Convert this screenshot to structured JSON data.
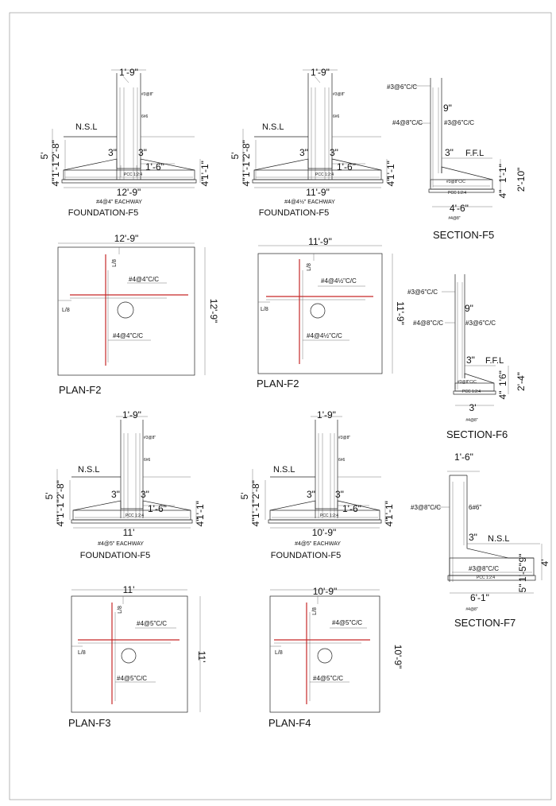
{
  "foundations": [
    {
      "id": "fd1",
      "col_width": "1'-9\"",
      "nsl": "N.S.L",
      "h_total": "5'",
      "h_a": "2'-8\"",
      "h_b": "1'-1\"",
      "h_c": "4\"",
      "off_l": "3\"",
      "off_r": "3\"",
      "proj": "1'-6\"",
      "base": "12'-9\"",
      "r_a": "1'-1\"",
      "r_b": "4\"",
      "bar_note": "#4@4\" EACHWAY",
      "title": "FOUNDATION-F5",
      "note_top": "#3@8\"",
      "note_mid": "6#6",
      "note_bot": "PCC 1:2:4"
    },
    {
      "id": "fd2",
      "col_width": "1'-9\"",
      "nsl": "N.S.L",
      "h_total": "5'",
      "h_a": "2'-8\"",
      "h_b": "1'-1\"",
      "h_c": "4\"",
      "off_l": "3\"",
      "off_r": "3\"",
      "proj": "1'-6\"",
      "base": "11'-9\"",
      "r_a": "1'-1\"",
      "r_b": "4\"",
      "bar_note": "#4@4½\" EACHWAY",
      "title": "FOUNDATION-F5",
      "note_top": "#3@8\"",
      "note_mid": "6#6",
      "note_bot": "PCC 1:2:4"
    },
    {
      "id": "fd3",
      "col_width": "1'-9\"",
      "nsl": "N.S.L",
      "h_total": "5'",
      "h_a": "2'-8\"",
      "h_b": "1'-1\"",
      "h_c": "4\"",
      "off_l": "3\"",
      "off_r": "3\"",
      "proj": "1'-6\"",
      "base": "11'",
      "r_a": "1'-1\"",
      "r_b": "4\"",
      "bar_note": "#4@5\" EACHWAY",
      "title": "FOUNDATION-F5",
      "note_top": "#3@8\"",
      "note_mid": "6#6",
      "note_bot": "PCC 1:2:4"
    },
    {
      "id": "fd4",
      "col_width": "1'-9\"",
      "nsl": "N.S.L",
      "h_total": "5'",
      "h_a": "2'-8\"",
      "h_b": "1'-1\"",
      "h_c": "4\"",
      "off_l": "3\"",
      "off_r": "3\"",
      "proj": "1'-6\"",
      "base": "10'-9\"",
      "r_a": "1'-1\"",
      "r_b": "4\"",
      "bar_note": "#4@5\" EACHWAY",
      "title": "FOUNDATION-F5",
      "note_top": "#3@8\"",
      "note_mid": "6#6",
      "note_bot": "PCC 1:2:4"
    }
  ],
  "plans": [
    {
      "id": "pl1",
      "top_dim": "12'-9\"",
      "side_dim": "12'-9\"",
      "bar_h": "#4@4\"C/C",
      "bar_v": "#4@4\"C/C",
      "l8_v": "L/8",
      "l8_h": "L/8",
      "title": "PLAN-F2"
    },
    {
      "id": "pl2",
      "top_dim": "11'-9\"",
      "side_dim": "11'-9\"",
      "bar_h": "#4@4½\"C/C",
      "bar_v": "#4@4½\"C/C",
      "l8_v": "L/8",
      "l8_h": "L/8",
      "title": "PLAN-F2"
    },
    {
      "id": "pl3",
      "top_dim": "11'",
      "side_dim": "11'",
      "bar_h": "#4@5\"C/C",
      "bar_v": "#4@5\"C/C",
      "l8_v": "L/8",
      "l8_h": "L/8",
      "title": "PLAN-F3"
    },
    {
      "id": "pl4",
      "top_dim": "10'-9\"",
      "side_dim": "10'-9\"",
      "bar_h": "#4@5\"C/C",
      "bar_v": "#4@5\"C/C",
      "l8_v": "L/8",
      "l8_h": "L/8",
      "title": "PLAN-F4"
    }
  ],
  "sec_f5": {
    "bar1": "#3@6\"C/C",
    "wall": "9\"",
    "bar2": "#4@8\"C/C",
    "bar3": "#3@6\"C/C",
    "step": "3\"",
    "ffl": "F.F.L",
    "r_a": "1'-1\"",
    "r_b": "4\"",
    "total": "2'-10\"",
    "slab_note": "#3@8\"C/C",
    "pcc": "PCC 1:2:4",
    "base": "4'-6\"",
    "bot_note": "#4@8\"",
    "title": "SECTION-F5"
  },
  "sec_f6": {
    "bar1": "#3@6\"C/C",
    "wall": "9\"",
    "bar2": "#4@8\"C/C",
    "bar3": "#3@6\"C/C",
    "step": "3\"",
    "ffl": "F.F.L",
    "r_a": "1'6\"",
    "r_b": "4\"",
    "total": "2'-4\"",
    "slab_note": "#3@8\"C/C",
    "pcc": "PCC 1:2:4",
    "base": "3'",
    "bot_note": "#4@8\"",
    "title": "SECTION-F6"
  },
  "sec_f7": {
    "top": "1'-6\"",
    "bar1": "#3@8\"C/C",
    "bar2": "6#6\"",
    "step": "3\"",
    "nsl": "N.S.L",
    "r_a": "9\"",
    "r_b": "1'-5\"",
    "r_c": "5\"",
    "r_d": "4'",
    "slab_note": "#3@8\"C/C",
    "pcc": "PCC 1:2:4",
    "base": "6'-1\"",
    "bot_note": "#4@8\"",
    "title": "SECTION-F7"
  },
  "colors": {
    "rebar": "#c62828",
    "ink": "#222222"
  }
}
